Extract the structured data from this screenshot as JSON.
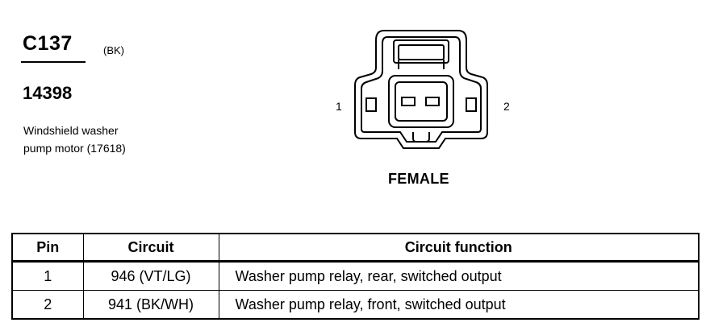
{
  "connector": {
    "id": "C137",
    "color": "(BK)",
    "part_number": "14398",
    "description_line1": "Windshield washer",
    "description_line2": "pump motor (17618)"
  },
  "diagram": {
    "pin_left_label": "1",
    "pin_right_label": "2",
    "gender": "FEMALE"
  },
  "table": {
    "headers": [
      "Pin",
      "Circuit",
      "Circuit function"
    ],
    "rows": [
      {
        "pin": "1",
        "circuit": "946 (VT/LG)",
        "function": "Washer pump relay, rear, switched output"
      },
      {
        "pin": "2",
        "circuit": "941 (BK/WH)",
        "function": "Washer pump relay, front, switched output"
      }
    ]
  }
}
